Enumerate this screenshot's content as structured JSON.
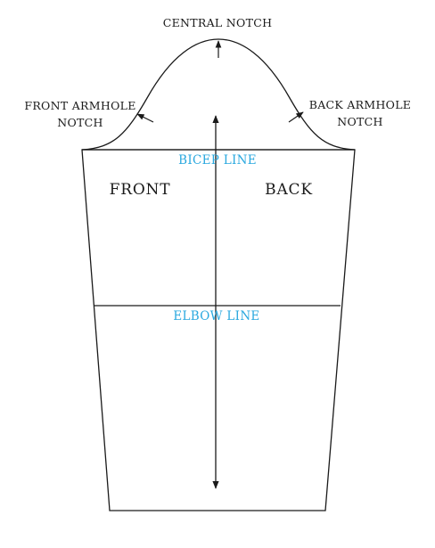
{
  "diagram": {
    "labels": {
      "central_notch": "CENTRAL NOTCH",
      "front_armhole_notch_line1": "FRONT ARMHOLE",
      "front_armhole_notch_line2": "NOTCH",
      "back_armhole_notch_line1": "BACK ARMHOLE",
      "back_armhole_notch_line2": "NOTCH",
      "bicep_line": "BICEP LINE",
      "elbow_line": "ELBOW LINE",
      "front": "FRONT",
      "back": "BACK"
    },
    "colors": {
      "outline": "#1a1a1a",
      "guide_text": "#29a8df",
      "label_text": "#1a1a1a",
      "background": "#ffffff"
    }
  }
}
